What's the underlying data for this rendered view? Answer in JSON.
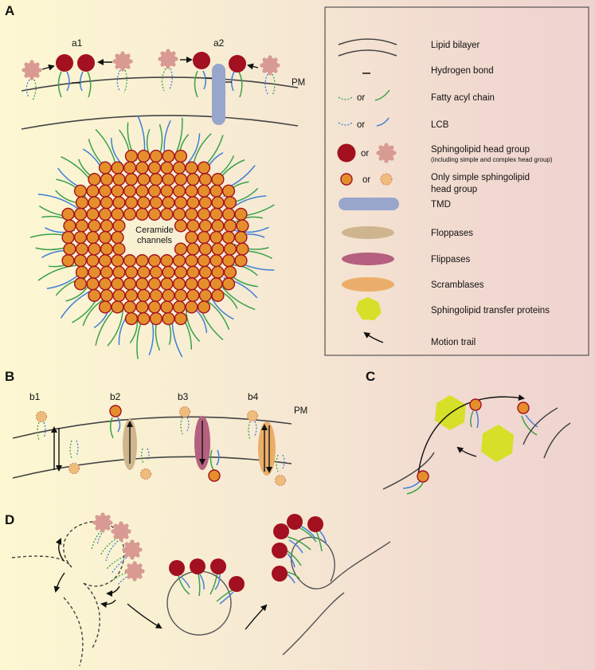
{
  "panels": {
    "A": "A",
    "B": "B",
    "C": "C",
    "D": "D"
  },
  "panel_a": {
    "sub1": "a1",
    "sub2": "a2",
    "pm": "PM",
    "channel_line1": "Ceramide",
    "channel_line2": "channels"
  },
  "panel_b": {
    "sub1": "b1",
    "sub2": "b2",
    "sub3": "b3",
    "sub4": "b4",
    "pm": "PM"
  },
  "legend": {
    "or": "or",
    "items": [
      {
        "label": "Lipid bilayer",
        "icon": "lipid-bilayer-icon"
      },
      {
        "label": "Hydrogen bond",
        "icon": "hydrogen-bond-icon"
      },
      {
        "label": "Fatty acyl chain",
        "icon": "fatty-acyl-chain-icon"
      },
      {
        "label": "LCB",
        "icon": "lcb-icon"
      },
      {
        "label": "Sphingolipid head group",
        "note": "(including simple and complex head group)",
        "icon": "sphingolipid-head-group-icon"
      },
      {
        "label": "Only simple sphingolipid",
        "label2": "head group",
        "icon": "simple-head-group-icon"
      },
      {
        "label": "TMD",
        "icon": "tmd-icon"
      },
      {
        "label": "Floppases",
        "icon": "floppase-icon"
      },
      {
        "label": "Flippases",
        "icon": "flippase-icon"
      },
      {
        "label": "Scramblases",
        "icon": "scramblase-icon"
      },
      {
        "label": "Sphingolipid transfer proteins",
        "icon": "transfer-protein-icon"
      },
      {
        "label": "Motion trail",
        "icon": "motion-trail-icon"
      }
    ]
  },
  "colors": {
    "head_dark": "#a3101f",
    "head_pink": "#d89a92",
    "simple_head": "#e48f2c",
    "fatty_acyl": "#3aa24a",
    "lcb": "#3f7fd6",
    "tmd": "#98a6cc",
    "floppase": "#cfb58e",
    "flippase": "#b4607e",
    "scramblase": "#ebae6a",
    "transfer_protein": "#d6e028"
  }
}
